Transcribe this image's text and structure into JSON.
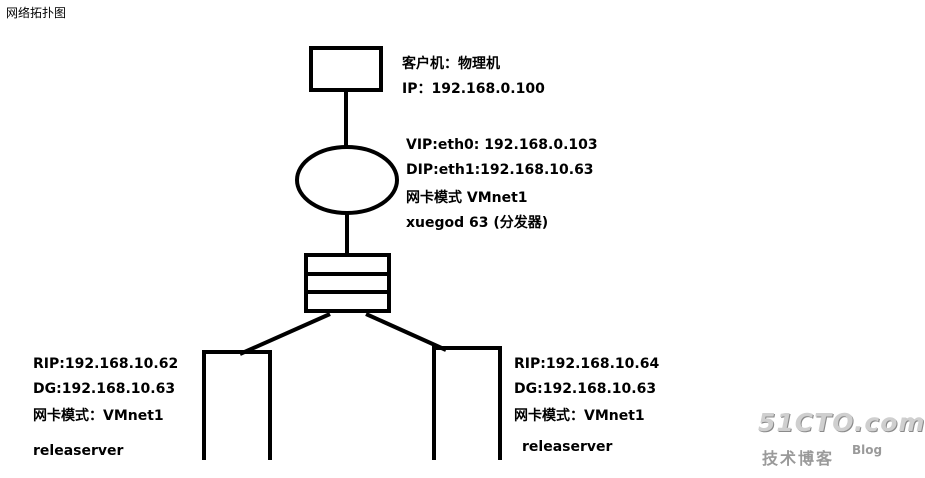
{
  "title": "网络拓扑图",
  "client": {
    "line1": "客户机：物理机",
    "line2": "IP：192.168.0.100"
  },
  "director": {
    "vip": "VIP:eth0: 192.168.0.103",
    "dip": "DIP:eth1:192.168.10.63",
    "mode": "网卡模式 VMnet1",
    "name": "xuegod 63 (分发器)"
  },
  "server_left": {
    "rip": "RIP:192.168.10.62",
    "dg": "DG:192.168.10.63",
    "mode": "网卡模式：VMnet1",
    "name": "releaserver"
  },
  "server_right": {
    "rip": "RIP:192.168.10.64",
    "dg": "DG:192.168.10.63",
    "mode": "网卡模式：VMnet1",
    "name": "releaserver"
  },
  "watermark": {
    "brand": "51CTO.com",
    "sub": "技术博客",
    "blog": "Blog"
  }
}
